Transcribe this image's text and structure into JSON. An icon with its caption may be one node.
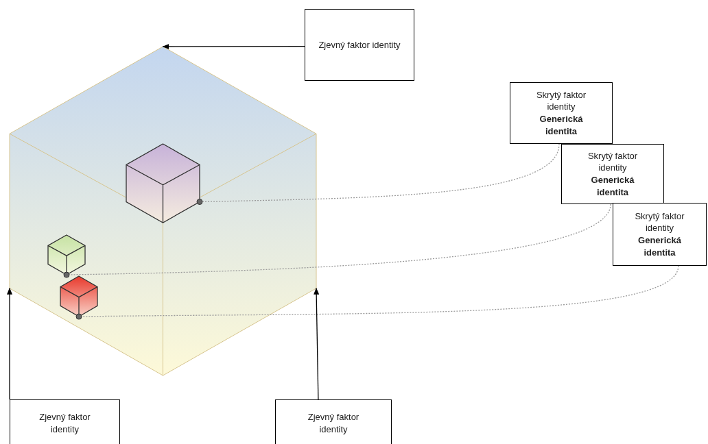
{
  "diagram": {
    "nodes": [
      {
        "text": [],
        "shape": "cube"
      },
      {
        "text": [],
        "shape": "cube",
        "in": 0
      },
      {
        "text": [],
        "shape": "cube",
        "in": 0
      },
      {
        "text": [],
        "shape": "cube",
        "in": 0
      },
      {
        "text": [
          "Zjevný faktor identity"
        ]
      },
      {
        "text": [
          "Skrytý faktor identity",
          "Generická identita"
        ]
      },
      {
        "text": [
          "Skrytý faktor identity",
          "Generická identita"
        ]
      },
      {
        "text": [
          "Skrytý faktor identity",
          "Generická identita"
        ]
      },
      {
        "text": [
          "Zjevný faktor identity"
        ]
      },
      {
        "text": [
          "Zjevný faktor identity"
        ]
      }
    ],
    "edges": [
      {
        "from": 4,
        "to": 0,
        "arrow": "to"
      },
      {
        "from": 5,
        "to": 1,
        "arrow": "other",
        "style": "dashed",
        "color": "#9a9a9a"
      },
      {
        "from": 6,
        "to": 2,
        "arrow": "other",
        "style": "dashed",
        "color": "#9a9a9a"
      },
      {
        "from": 7,
        "to": 3,
        "arrow": "other",
        "style": "dashed",
        "color": "#9a9a9a"
      },
      {
        "from": 8,
        "to": 0,
        "arrow": "to"
      },
      {
        "from": 9,
        "to": 0,
        "arrow": "to"
      }
    ]
  }
}
